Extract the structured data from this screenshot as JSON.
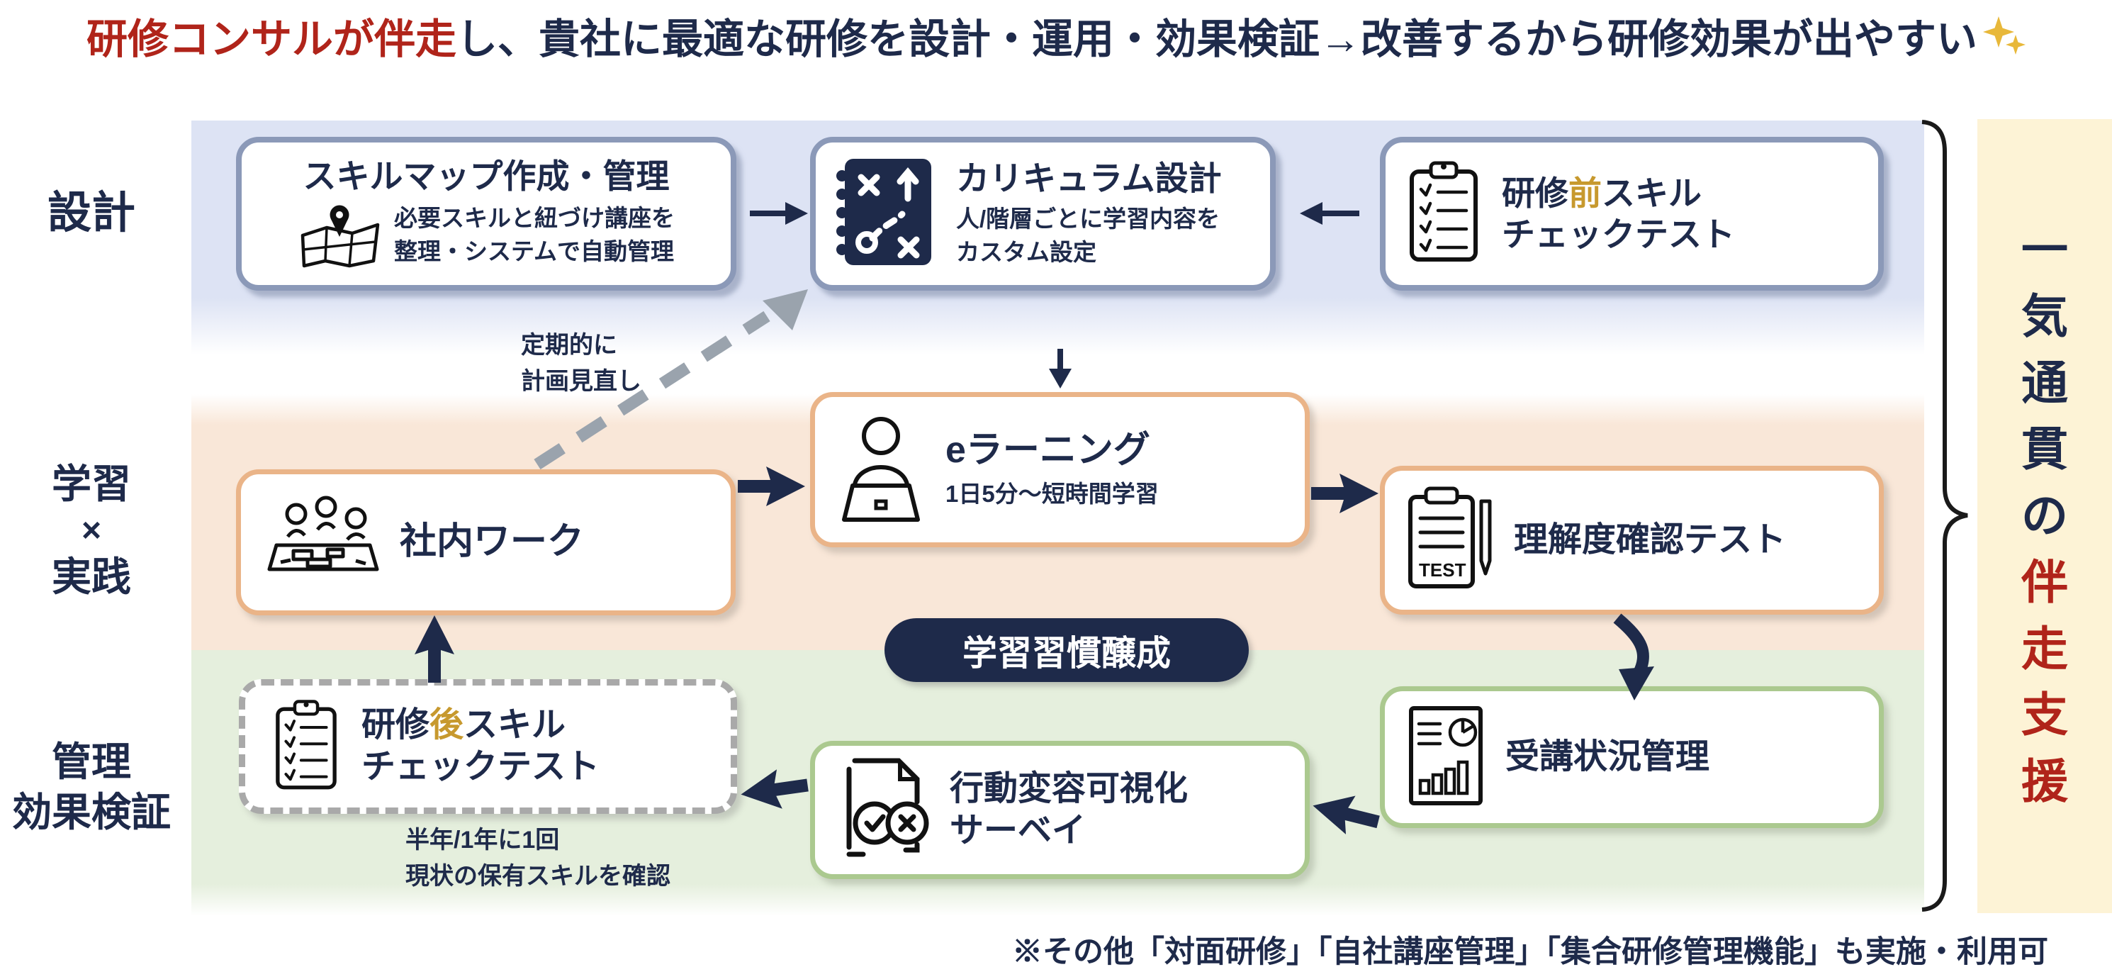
{
  "title": {
    "highlight": "研修コンサルが伴走",
    "rest": "し、貴社に最適な研修を設計・運用・効果検証→改善するから研修効果が出やすい"
  },
  "row_labels": {
    "design": "設計",
    "learning_1": "学習",
    "learning_x": "×",
    "learning_2": "実践",
    "management_1": "管理",
    "management_2": "効果検証"
  },
  "boxes": {
    "skill_map": {
      "title": "スキルマップ作成・管理",
      "desc1": "必要スキルと紐づけ講座を",
      "desc2": "整理・システムで自動管理"
    },
    "curriculum": {
      "title": "カリキュラム設計",
      "desc1": "人/階層ごとに学習内容を",
      "desc2": "カスタム設定"
    },
    "pre_test": {
      "t1": "研修",
      "t2": "前",
      "t3": "スキル",
      "t4": "チェックテスト"
    },
    "elearning": {
      "title": "eラーニング",
      "desc": "1日5分〜短時間学習"
    },
    "internal_work": {
      "title": "社内ワーク"
    },
    "understanding_test": {
      "title": "理解度確認テスト",
      "icon_label": "TEST"
    },
    "attendance": {
      "title": "受講状況管理"
    },
    "survey": {
      "t1": "行動変容可視化",
      "t2": "サーベイ"
    },
    "post_test": {
      "t1": "研修",
      "t2": "後",
      "t3": "スキル",
      "t4": "チェックテスト"
    }
  },
  "annotations": {
    "review_line1": "定期的に",
    "review_line2": "計画見直し",
    "habit_badge": "学習習慣醸成",
    "post_note_line1": "半年/1年に1回",
    "post_note_line2": "現状の保有スキルを確認",
    "footer_note": "※その他「対面研修」「自社講座管理」「集合研修管理機能」も実施・利用可"
  },
  "side_panel": {
    "chars_navy": "一気通貫の",
    "chars_red": "伴走支援"
  },
  "colors": {
    "navy": "#1e2a4a",
    "red": "#b0241a",
    "gold": "#c7992e",
    "band_design": "#dde3f4",
    "band_learning": "#f9e7d8",
    "band_management": "#e5efdd",
    "side_panel_bg": "#fdf3d6",
    "design_border": "#8b99b8",
    "learning_border": "#eab488",
    "management_border": "#abc98f",
    "dashed_arrow_gray": "#9aa3ad"
  }
}
